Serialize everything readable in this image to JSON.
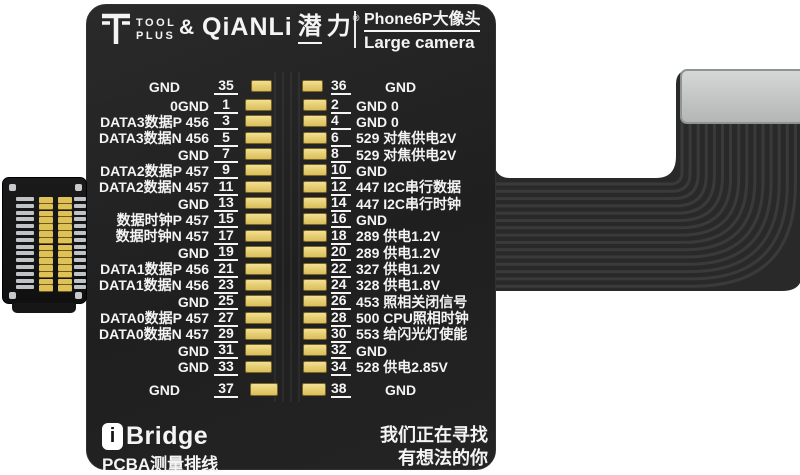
{
  "brand": {
    "toolplus_line1": "TOOL",
    "toolplus_line2": "PLUS",
    "ampersand": "&",
    "qianli_latin": "QiANLi",
    "qianli_cjk_1": "潜",
    "qianli_cjk_2": "力",
    "registered": "®"
  },
  "product": {
    "title_cn": "Phone6P大像头",
    "title_en": "Large camera"
  },
  "pins": {
    "left": [
      {
        "desc": "GND",
        "pin": "35"
      },
      {
        "desc": "0GND",
        "pin": "1"
      },
      {
        "desc": "DATA3数据P 456",
        "pin": "3"
      },
      {
        "desc": "DATA3数据N 456",
        "pin": "5"
      },
      {
        "desc": "GND",
        "pin": "7"
      },
      {
        "desc": "DATA2数据P 457",
        "pin": "9"
      },
      {
        "desc": "DATA2数据N 457",
        "pin": "11"
      },
      {
        "desc": "GND",
        "pin": "13"
      },
      {
        "desc": "数据时钟P 457",
        "pin": "15"
      },
      {
        "desc": "数据时钟N 457",
        "pin": "17"
      },
      {
        "desc": "GND",
        "pin": "19"
      },
      {
        "desc": "DATA1数据P 456",
        "pin": "21"
      },
      {
        "desc": "DATA1数据N 456",
        "pin": "23"
      },
      {
        "desc": "GND",
        "pin": "25"
      },
      {
        "desc": "DATA0数据P 457",
        "pin": "27"
      },
      {
        "desc": "DATA0数据N 457",
        "pin": "29"
      },
      {
        "desc": "GND",
        "pin": "31"
      },
      {
        "desc": "GND",
        "pin": "33"
      },
      {
        "desc": "GND",
        "pin": "37"
      }
    ],
    "right": [
      {
        "pin": "36",
        "desc": "GND"
      },
      {
        "pin": "2",
        "desc": "GND 0"
      },
      {
        "pin": "4",
        "desc": "GND 0"
      },
      {
        "pin": "6",
        "desc": "529 对焦供电2V"
      },
      {
        "pin": "8",
        "desc": "529 对焦供电2V"
      },
      {
        "pin": "10",
        "desc": "GND"
      },
      {
        "pin": "12",
        "desc": "447 I2C串行数据"
      },
      {
        "pin": "14",
        "desc": "447 I2C串行时钟"
      },
      {
        "pin": "16",
        "desc": "GND"
      },
      {
        "pin": "18",
        "desc": "289 供电1.2V"
      },
      {
        "pin": "20",
        "desc": "289 供电1.2V"
      },
      {
        "pin": "22",
        "desc": "327 供电1.2V"
      },
      {
        "pin": "24",
        "desc": "328 供电1.8V"
      },
      {
        "pin": "26",
        "desc": "453 照相关闭信号"
      },
      {
        "pin": "28",
        "desc": "500 CPU照相时钟"
      },
      {
        "pin": "30",
        "desc": "553 给闪光灯使能"
      },
      {
        "pin": "32",
        "desc": "GND"
      },
      {
        "pin": "34",
        "desc": "528 供电2.85V"
      },
      {
        "pin": "38",
        "desc": "GND"
      }
    ]
  },
  "footer": {
    "logo_i": "i",
    "logo_text": "Bridge",
    "subtitle": "PCBA测量排线",
    "slogan_line1": "我们正在寻找",
    "slogan_line2": "有想法的你"
  },
  "colors": {
    "pad_gold": "#e7cf74",
    "stiffener_gray": "#c9cbca",
    "pcb_black": "#212121",
    "text_white": "#f4f4f4"
  }
}
